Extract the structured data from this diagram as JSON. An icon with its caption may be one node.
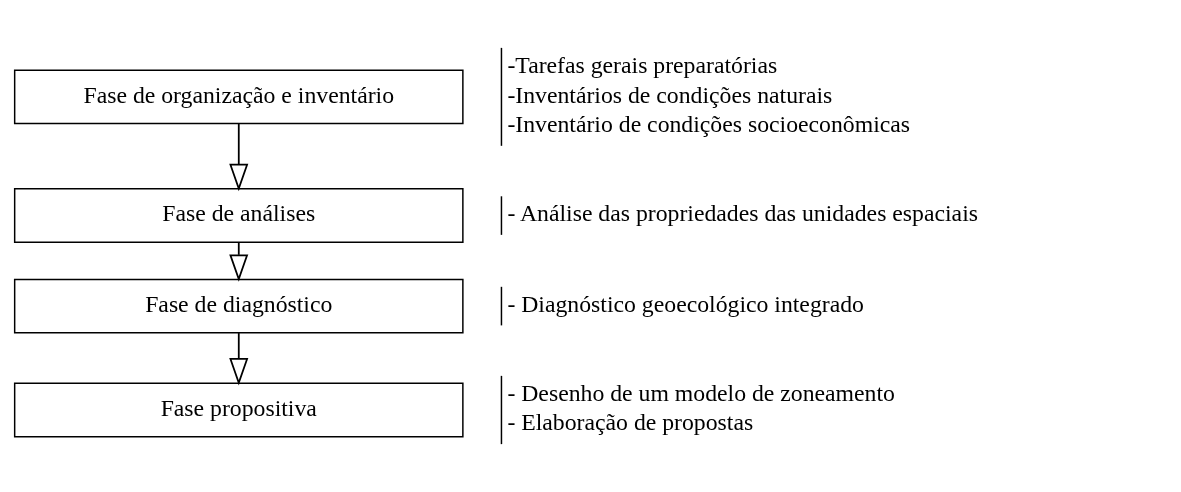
{
  "diagram": {
    "nodes": [
      {
        "text": [
          "Fase de organização e inventário"
        ],
        "beside": [
          "-Tarefas gerais preparatórias",
          "-Inventários de condições naturais",
          "-Inventário de condições socioeconômicas"
        ]
      },
      {
        "text": [
          "Fase de análises"
        ],
        "beside": [
          "- Análise das propriedades das unidades espaciais"
        ]
      },
      {
        "text": [
          "Fase de diagnóstico"
        ],
        "beside": [
          "- Diagnóstico geoecológico integrado"
        ]
      },
      {
        "text": [
          "Fase propositiva"
        ],
        "beside": [
          "- Desenho de um modelo de zoneamento",
          "- Elaboração de propostas"
        ]
      }
    ],
    "edges": [
      {
        "from": 0,
        "to": 1,
        "arrow": "to"
      },
      {
        "from": 1,
        "to": 2,
        "arrow": "to"
      },
      {
        "from": 2,
        "to": 3,
        "arrow": "to"
      }
    ]
  }
}
